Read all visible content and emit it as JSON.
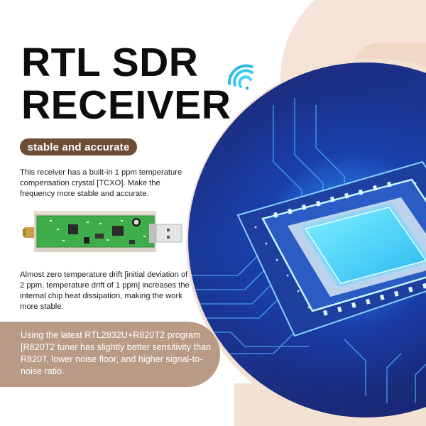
{
  "title": {
    "line1": "RTL SDR",
    "line2": "RECEIVER"
  },
  "badge": {
    "label": "stable and accurate",
    "color": "#6e4d37"
  },
  "paragraphs": [
    "This receiver has a built-in 1 ppm temperature compensation crystal [TCXO].  Make the frequency more stable and accurate.",
    "Almost zero temperature drift [initial deviation of 2 ppm, temperature drift of 1 ppm] increases the internal chip heat dissipation, making the work more stable."
  ],
  "panel": {
    "text": "Using the latest RTL2832U+R820T2 program [R820T2 tuner has slightly better sensitivity than R820T, lower noise floor, and higher signal-to-noise ratio.",
    "color": "#b99a84"
  },
  "icons": {
    "wifi": "wifi-signal-icon",
    "dongle": "usb-sdr-dongle-image",
    "chip": "glowing-processor-chip-image"
  },
  "colors": {
    "peach_light": "#f5e4d7",
    "peach_mid": "#efd8c6",
    "chip_blue": "#1c2a7a",
    "glow_cyan": "#5fd8ff"
  }
}
